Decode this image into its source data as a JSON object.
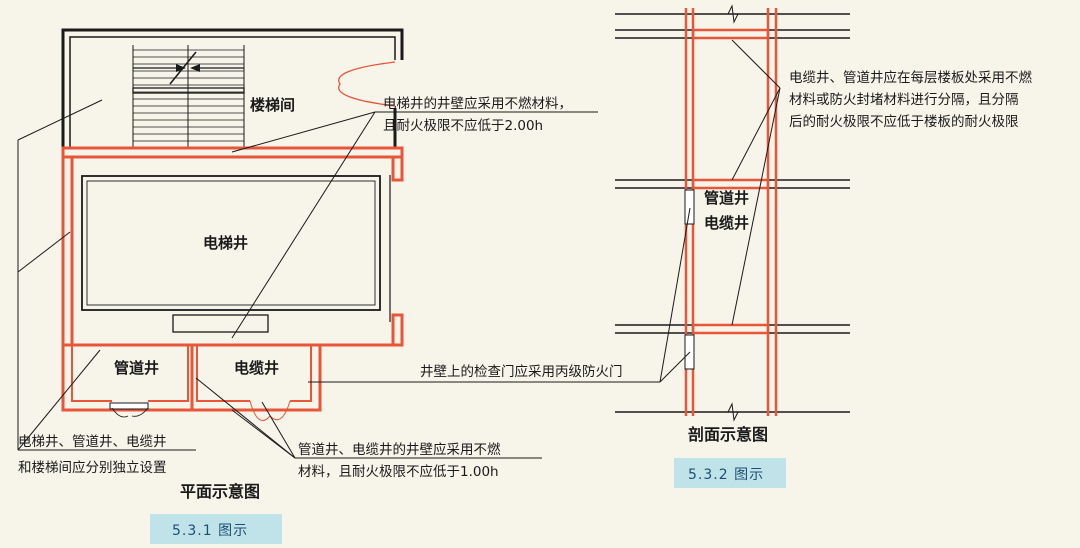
{
  "plan": {
    "stair_label": "楼梯间",
    "elevator_label": "电梯井",
    "pipe_label": "管道井",
    "cable_label": "电缆井",
    "note_wall_1": "电梯井的井壁应采用不燃材料，",
    "note_wall_2": "且耐火极限不应低于2.00h",
    "note_separate_1": "电梯井、管道井、电缆井",
    "note_separate_2": "和楼梯间应分别独立设置",
    "note_shaft_1": "管道井、电缆井的井壁应采用不燃",
    "note_shaft_2": "材料，且耐火极限不应低于1.00h",
    "caption": "平面示意图",
    "figure_tag": "5.3.1 图示"
  },
  "section": {
    "shaft_label_1": "管道井",
    "shaft_label_2": "电缆井",
    "note_1": "电缆井、管道井应在每层楼板处采用不燃",
    "note_2": "材料或防火封堵材料进行分隔，且分隔",
    "note_3": "后的耐火极限不应低于楼板的耐火极限",
    "door_note": "井壁上的检查门应采用丙级防火门",
    "caption": "剖面示意图",
    "figure_tag": "5.3.2 图示"
  },
  "colors": {
    "wall_red": "#e8563a",
    "line_black": "#1a1a1a",
    "tag_bg": "#bfe3e8",
    "tag_text": "#1d4f73"
  }
}
